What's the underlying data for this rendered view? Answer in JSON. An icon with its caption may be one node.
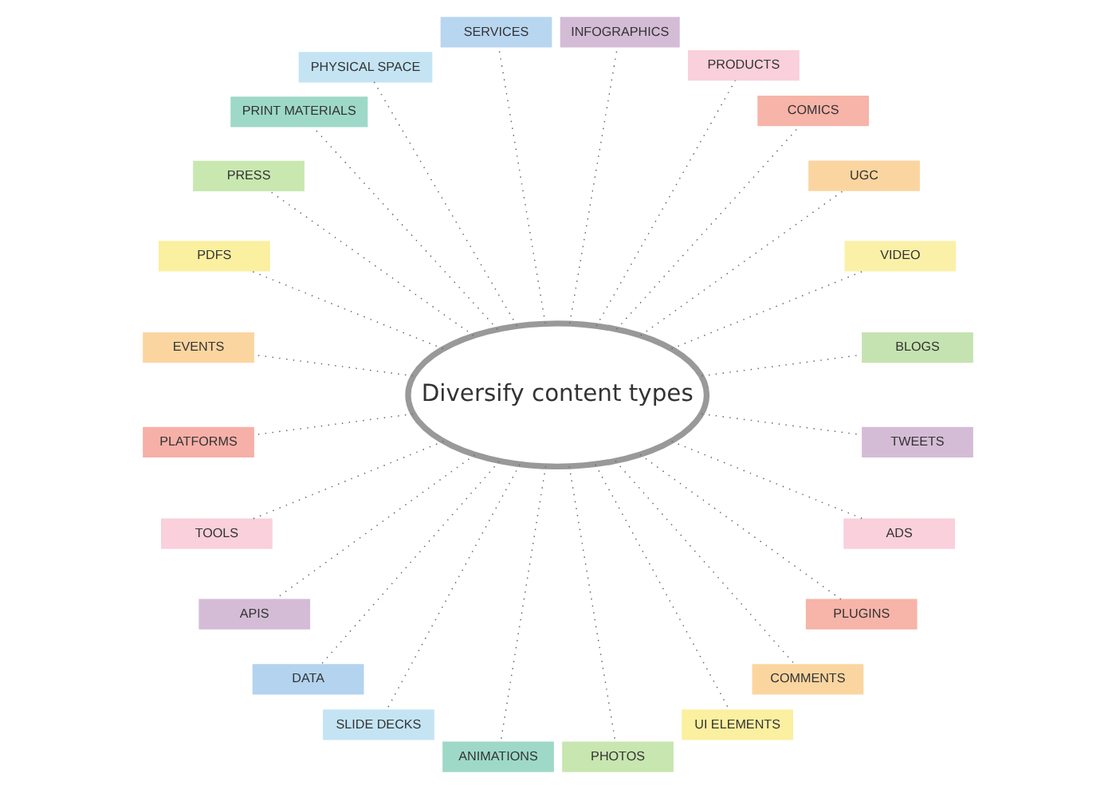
{
  "diagram": {
    "nodes": [
      {
        "text": [
          "Diversify content types"
        ]
      },
      {
        "text": [
          "BLOGS"
        ]
      },
      {
        "text": [
          "VIDEO"
        ]
      },
      {
        "text": [
          "UGC"
        ]
      },
      {
        "text": [
          "COMICS"
        ]
      },
      {
        "text": [
          "PRODUCTS"
        ]
      },
      {
        "text": [
          "INFOGRAPHICS"
        ]
      },
      {
        "text": [
          "SERVICES"
        ]
      },
      {
        "text": [
          "PHYSICAL SPACE"
        ]
      },
      {
        "text": [
          "PRINT MATERIALS"
        ]
      },
      {
        "text": [
          "PRESS"
        ]
      },
      {
        "text": [
          "PDFS"
        ]
      },
      {
        "text": [
          "EVENTS"
        ]
      },
      {
        "text": [
          "PLATFORMS"
        ]
      },
      {
        "text": [
          "TOOLS"
        ]
      },
      {
        "text": [
          "APIS"
        ]
      },
      {
        "text": [
          "DATA"
        ]
      },
      {
        "text": [
          "SLIDE DECKS"
        ]
      },
      {
        "text": [
          "ANIMATIONS"
        ]
      },
      {
        "text": [
          "PHOTOS"
        ]
      },
      {
        "text": [
          "UI ELEMENTS"
        ]
      },
      {
        "text": [
          "COMMENTS"
        ]
      },
      {
        "text": [
          "PLUGINS"
        ]
      },
      {
        "text": [
          "ADS"
        ]
      },
      {
        "text": [
          "TWEETS"
        ]
      }
    ],
    "edges": [
      {
        "from": 0,
        "to": 1,
        "arrow": "none",
        "style": "dashed"
      },
      {
        "from": 0,
        "to": 2,
        "arrow": "none",
        "style": "dashed"
      },
      {
        "from": 0,
        "to": 3,
        "arrow": "none",
        "style": "dashed"
      },
      {
        "from": 0,
        "to": 4,
        "arrow": "none",
        "style": "dashed"
      },
      {
        "from": 0,
        "to": 5,
        "arrow": "none",
        "style": "dashed"
      },
      {
        "from": 0,
        "to": 6,
        "arrow": "none",
        "style": "dashed"
      },
      {
        "from": 0,
        "to": 7,
        "arrow": "none",
        "style": "dashed"
      },
      {
        "from": 0,
        "to": 8,
        "arrow": "none",
        "style": "dashed"
      },
      {
        "from": 0,
        "to": 9,
        "arrow": "none",
        "style": "dashed"
      },
      {
        "from": 0,
        "to": 10,
        "arrow": "none",
        "style": "dashed"
      },
      {
        "from": 0,
        "to": 11,
        "arrow": "none",
        "style": "dashed"
      },
      {
        "from": 0,
        "to": 12,
        "arrow": "none",
        "style": "dashed"
      },
      {
        "from": 0,
        "to": 13,
        "arrow": "none",
        "style": "dashed"
      },
      {
        "from": 0,
        "to": 14,
        "arrow": "none",
        "style": "dashed"
      },
      {
        "from": 0,
        "to": 15,
        "arrow": "none",
        "style": "dashed"
      },
      {
        "from": 0,
        "to": 16,
        "arrow": "none",
        "style": "dashed"
      },
      {
        "from": 0,
        "to": 17,
        "arrow": "none",
        "style": "dashed"
      },
      {
        "from": 0,
        "to": 18,
        "arrow": "none",
        "style": "dashed"
      },
      {
        "from": 0,
        "to": 19,
        "arrow": "none",
        "style": "dashed"
      },
      {
        "from": 0,
        "to": 20,
        "arrow": "none",
        "style": "dashed"
      },
      {
        "from": 0,
        "to": 21,
        "arrow": "none",
        "style": "dashed"
      },
      {
        "from": 0,
        "to": 22,
        "arrow": "none",
        "style": "dashed"
      },
      {
        "from": 0,
        "to": 23,
        "arrow": "none",
        "style": "dashed"
      },
      {
        "from": 0,
        "to": 24,
        "arrow": "none",
        "style": "dashed"
      }
    ]
  }
}
